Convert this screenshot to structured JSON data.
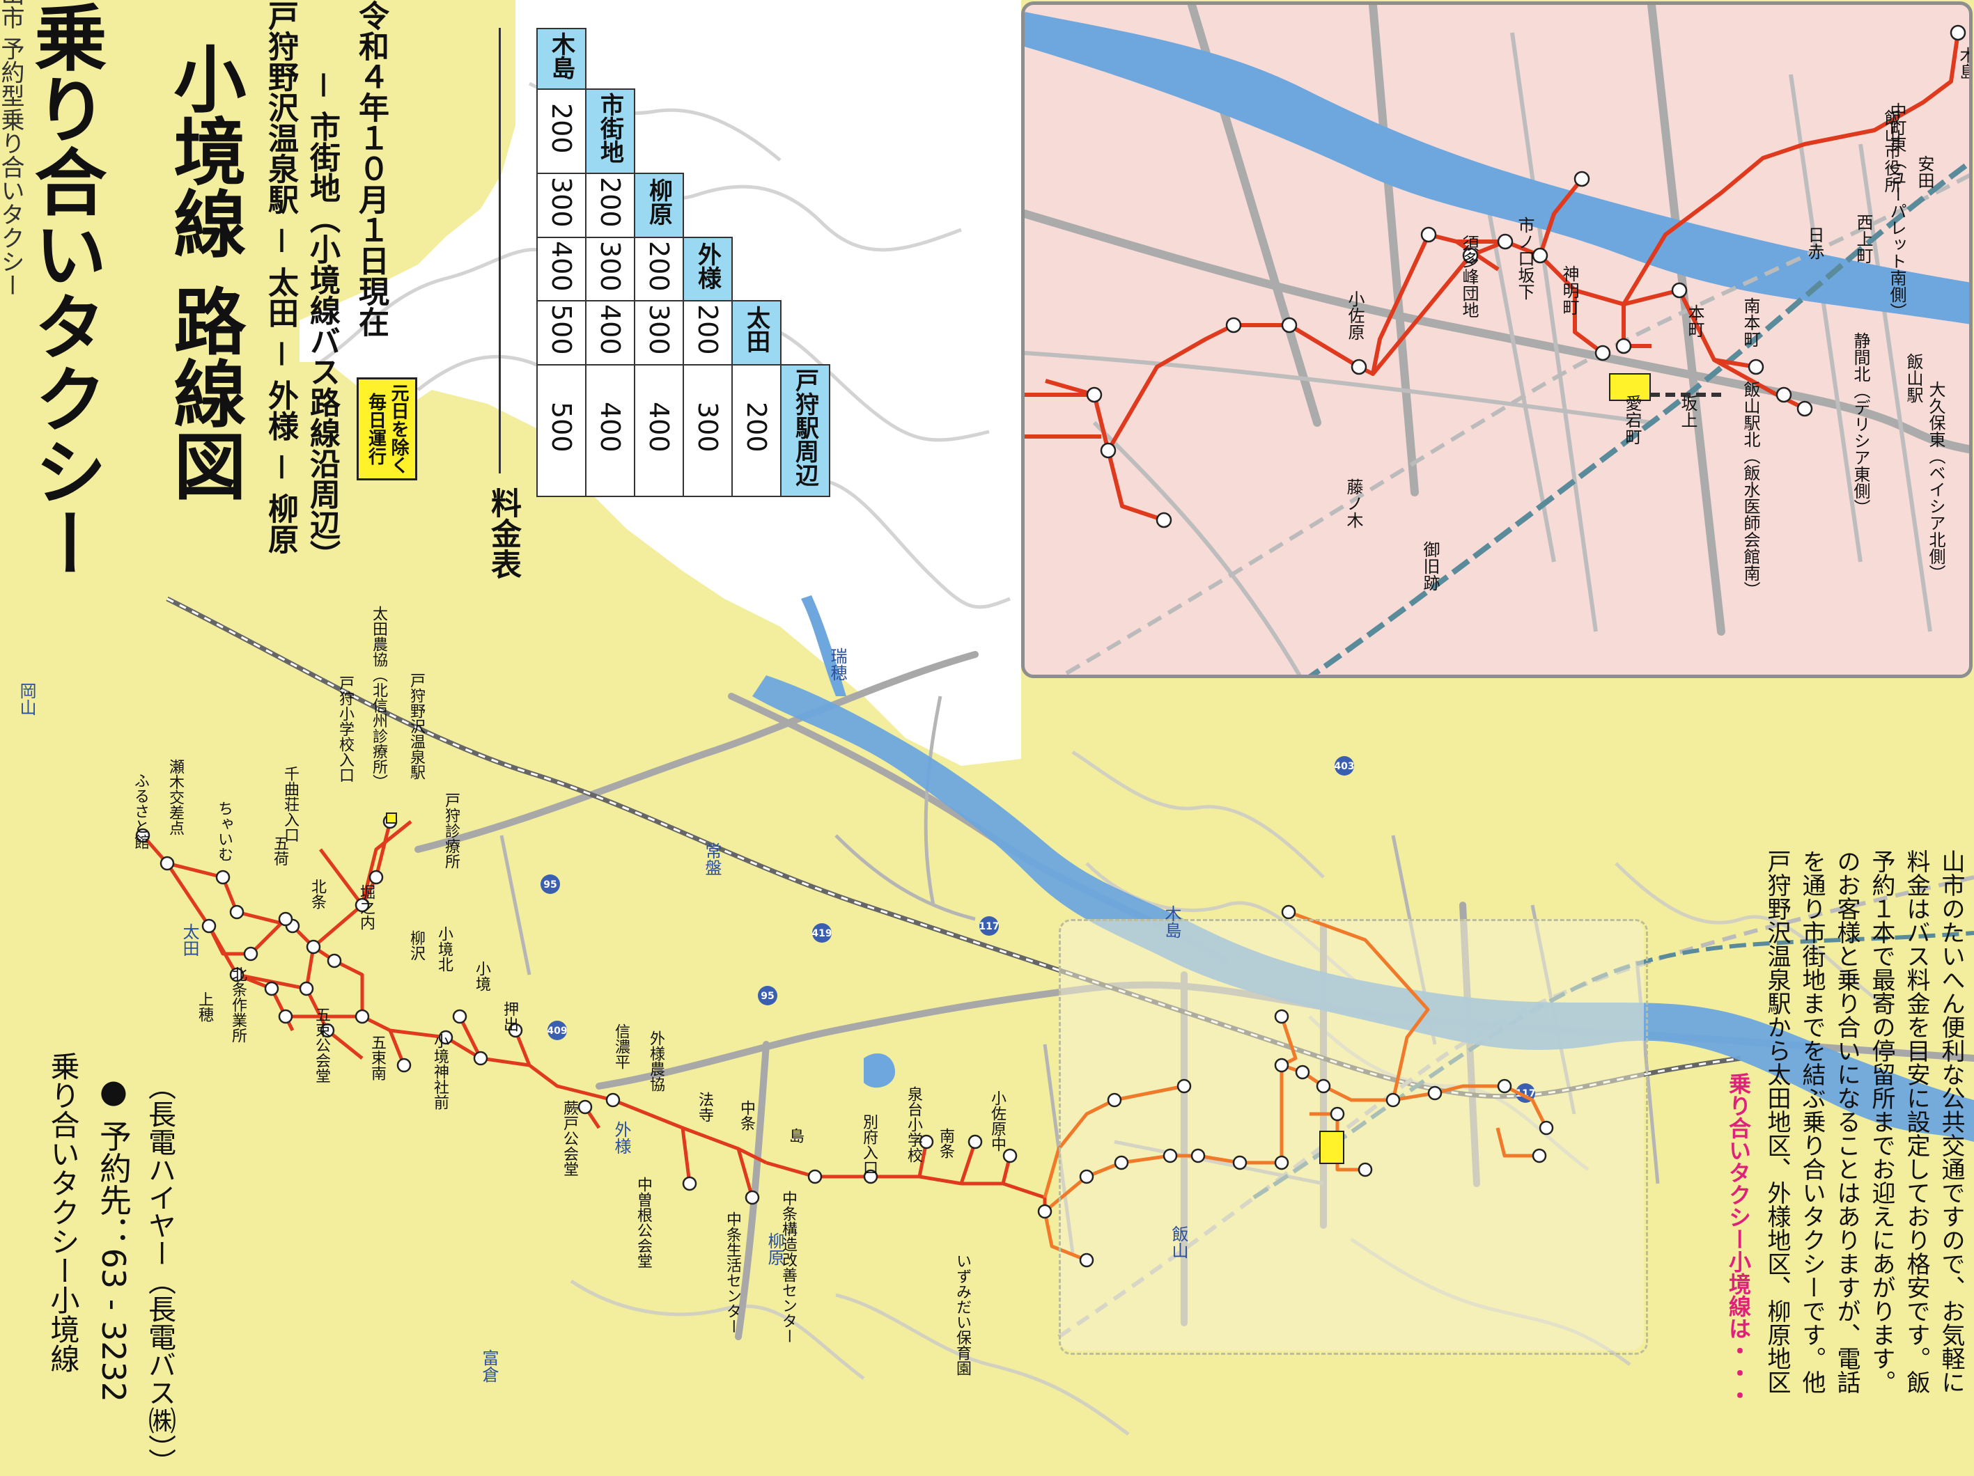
{
  "header": {
    "top_cutoff": "飯山市 予約型乗り合いタクシー",
    "title": "乗り合いタクシー",
    "subtitle": "小境線 路線図",
    "route_line1": "戸狩野沢温泉駅 － 太田 － 外様 － 柳原",
    "route_line2": "－ 市街地（小境線バス路線沿周辺）",
    "date": "令和４年１０月１日現在",
    "badge": "元日を除く\n毎日運行"
  },
  "contact": {
    "name": "乗り合いタクシー小境線",
    "phone": "● 予約先：63 - 3232",
    "company": "（長電ハイヤー（長電バス㈱））"
  },
  "fare_table": {
    "title": "料金表",
    "stops": [
      "木島",
      "市街地",
      "柳原",
      "外様",
      "太田",
      "戸狩駅周辺"
    ],
    "rows": [
      [
        "200"
      ],
      [
        "300",
        "200"
      ],
      [
        "400",
        "300",
        "200"
      ],
      [
        "500",
        "400",
        "300",
        "200"
      ],
      [
        "500",
        "400",
        "400",
        "300",
        "200"
      ]
    ]
  },
  "inset": {
    "stops": [
      "木島",
      "飯山市役所",
      "安田",
      "日赤",
      "西上町",
      "本町",
      "南本町",
      "市ノ口坂下",
      "須多峰団地",
      "神明町",
      "小佐原",
      "藤ノ木",
      "御旧跡",
      "愛宕町",
      "坂上",
      "飯山駅北（飯水医師会館南）",
      "飯山駅",
      "静間北（デリシア東側）",
      "大久保東（ベイシア北側）",
      "中町東（ユーパレット南側）"
    ],
    "station": "飯山駅"
  },
  "main_map": {
    "areas": [
      "太田",
      "外様",
      "柳原",
      "飯山",
      "木島",
      "常盤",
      "瑞穂",
      "岡山",
      "富倉"
    ],
    "stops": [
      "ふるさと館",
      "瀬木交差点",
      "ちゃいむ",
      "五荷",
      "千曲荘入口",
      "戸狩小学校入口",
      "太田農協（北信州診療所）",
      "戸狩野沢温泉駅",
      "戸狩診療所",
      "北条",
      "堀之内",
      "柳沢",
      "小境北",
      "小境",
      "押出",
      "上穂",
      "北条作業所",
      "五束公会堂",
      "五束南",
      "小境神社前",
      "蕨戸公会堂",
      "信濃平",
      "外様農協",
      "中曽根公会堂",
      "法寺",
      "中条",
      "島",
      "中条生活センター",
      "中条構造改善センター",
      "別府入口",
      "泉台小学校",
      "南条",
      "小佐原中",
      "いずみだい保育園"
    ],
    "road_numbers": [
      "409",
      "419",
      "117",
      "403",
      "95"
    ]
  },
  "description": {
    "heading": "乗り合いタクシー小境線は・・・",
    "lines": [
      "戸狩野沢温泉駅から太田地区、外様地区、柳原地区",
      "を通り市街地までを結ぶ乗り合いタクシーです。他",
      "のお客様と乗り合いになることはありますが、電話",
      "予約１本で最寄の停留所までお迎えにあがります。",
      "料金はバス料金を目安に設定しており格安です。飯",
      "山市のたいへん便利な公共交通ですので、お気軽に"
    ]
  },
  "colors": {
    "route": "#e03a1e",
    "route_city": "#f07a2a",
    "river": "#6da7dd",
    "land": "#f3ee9d",
    "outside": "#ffffff",
    "inset_bg": "#f7dbd7",
    "fare_header": "#9bd9f2",
    "badge": "#fff22a"
  }
}
